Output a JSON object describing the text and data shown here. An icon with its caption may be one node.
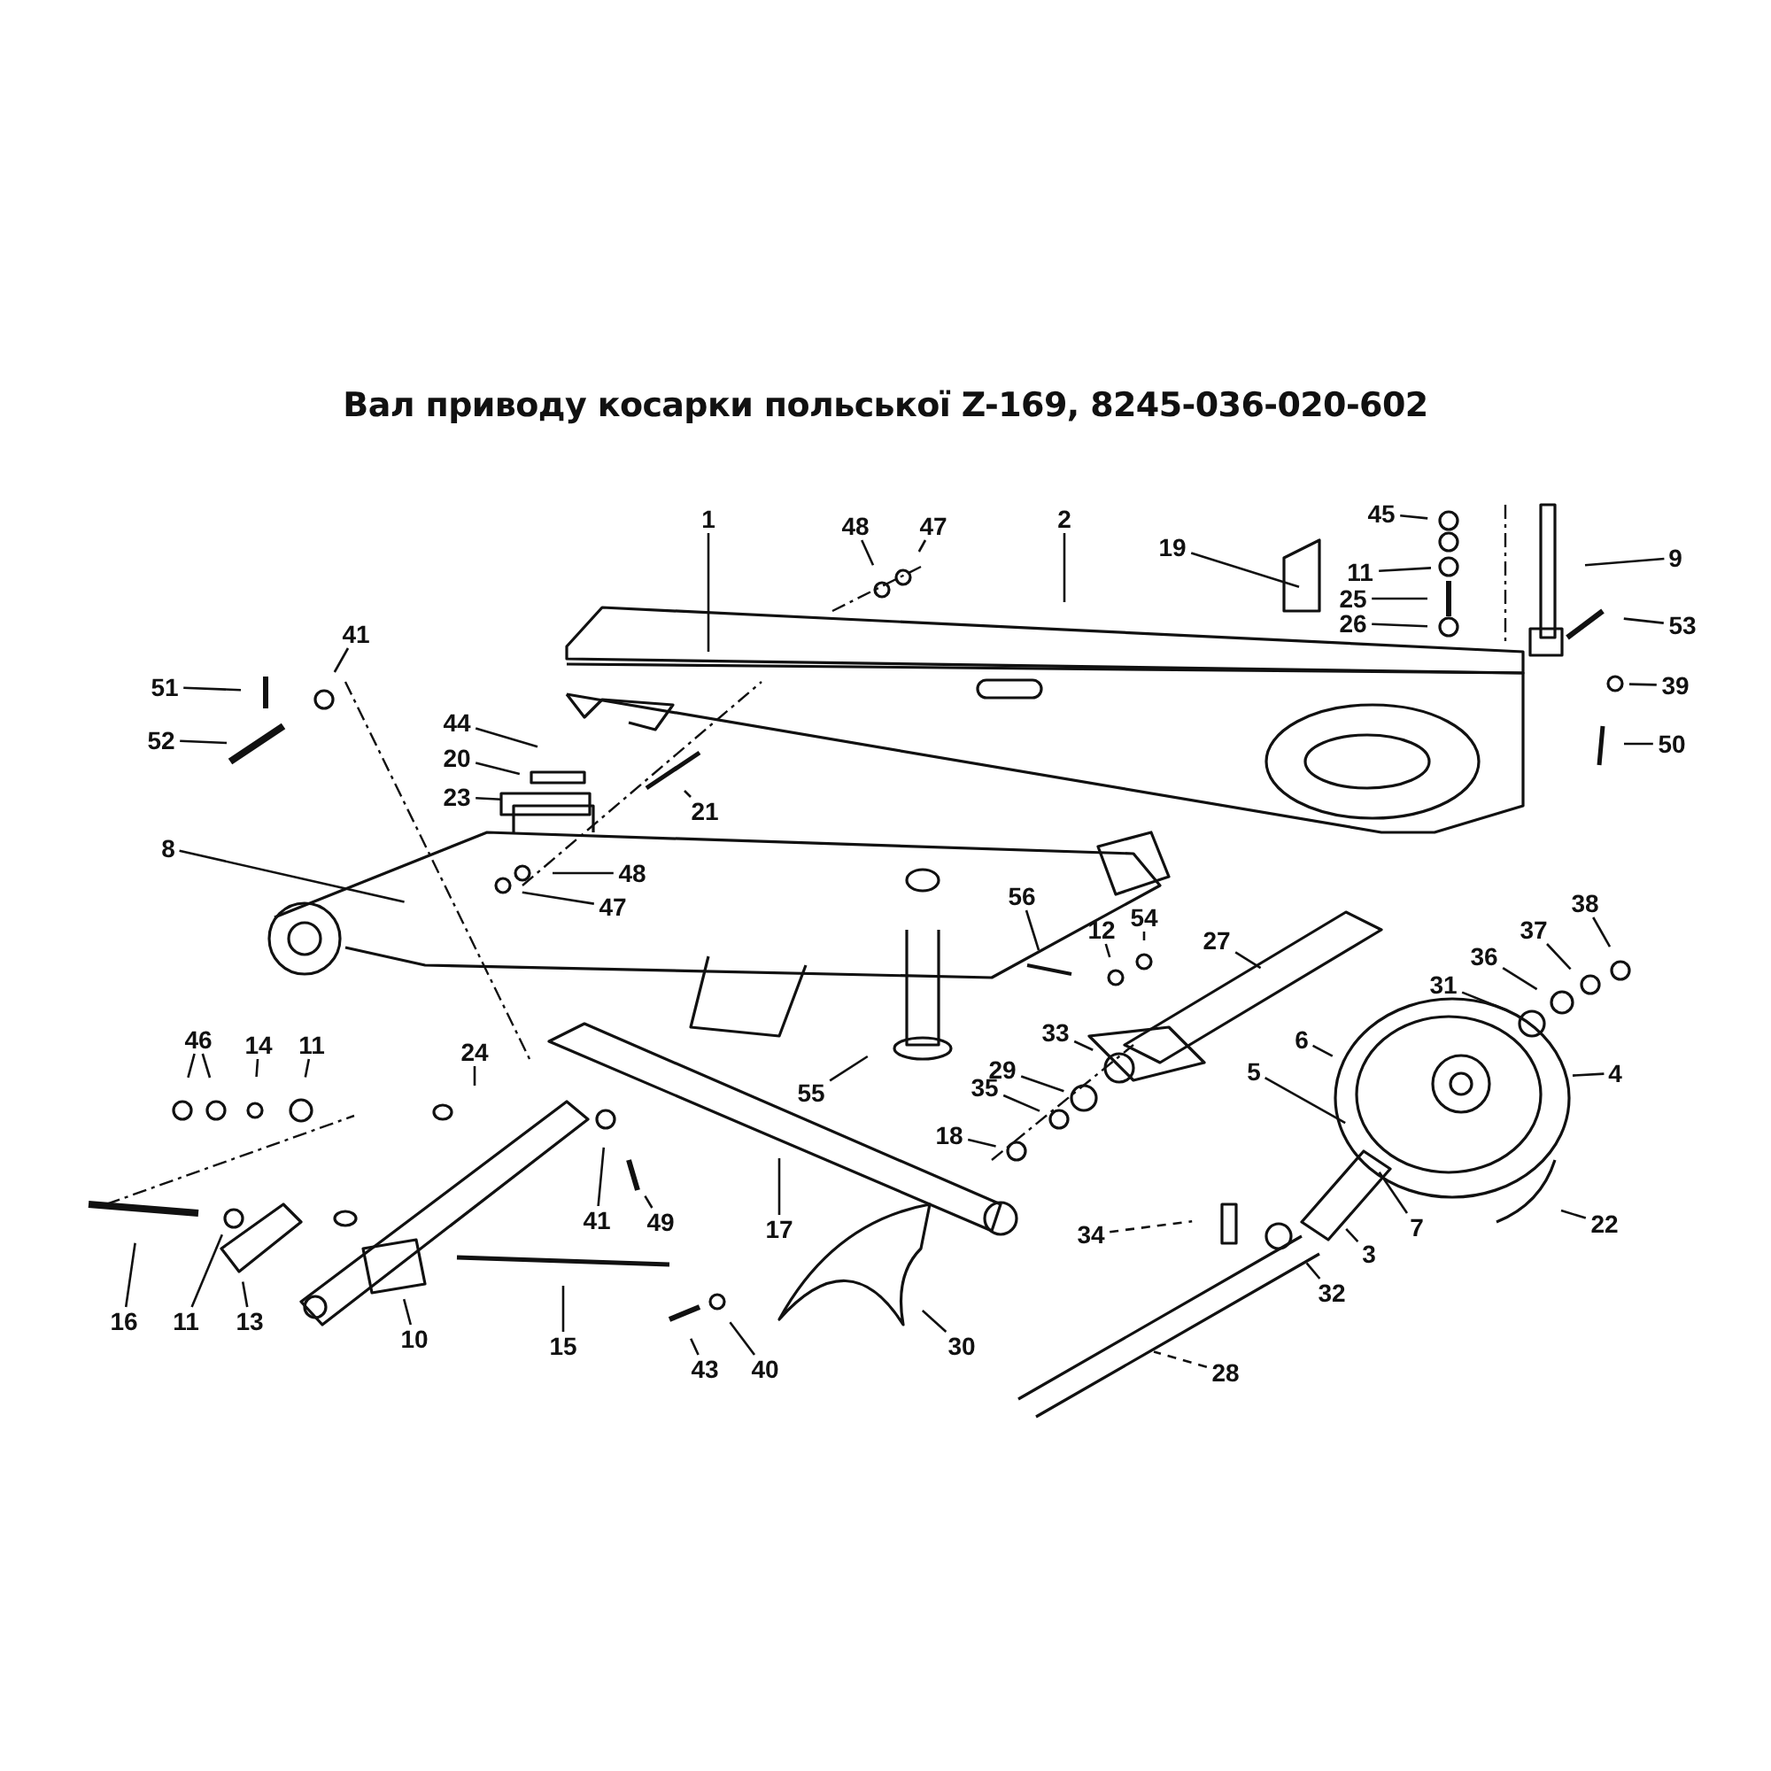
{
  "diagram": {
    "title": "Вал приводу косарки польської Z-169, 8245-036-020-602",
    "nodes": [
      {
        "text": [
          "1"
        ]
      },
      {
        "text": [
          "48"
        ]
      },
      {
        "text": [
          "47"
        ]
      },
      {
        "text": [
          "2"
        ]
      },
      {
        "text": [
          "19"
        ]
      },
      {
        "text": [
          "45"
        ]
      },
      {
        "text": [
          "9"
        ]
      },
      {
        "text": [
          "11"
        ]
      },
      {
        "text": [
          "25"
        ]
      },
      {
        "text": [
          "26"
        ]
      },
      {
        "text": [
          "53"
        ]
      },
      {
        "text": [
          "41"
        ]
      },
      {
        "text": [
          "51"
        ]
      },
      {
        "text": [
          "52"
        ]
      },
      {
        "text": [
          "44"
        ]
      },
      {
        "text": [
          "20"
        ]
      },
      {
        "text": [
          "23"
        ]
      },
      {
        "text": [
          "21"
        ]
      },
      {
        "text": [
          "39"
        ]
      },
      {
        "text": [
          "50"
        ]
      },
      {
        "text": [
          "8"
        ]
      },
      {
        "text": [
          "48"
        ]
      },
      {
        "text": [
          "47"
        ]
      },
      {
        "text": [
          "56"
        ]
      },
      {
        "text": [
          "12"
        ]
      },
      {
        "text": [
          "54"
        ]
      },
      {
        "text": [
          "27"
        ]
      },
      {
        "text": [
          "38"
        ]
      },
      {
        "text": [
          "37"
        ]
      },
      {
        "text": [
          "36"
        ]
      },
      {
        "text": [
          "31"
        ]
      },
      {
        "text": [
          "6"
        ]
      },
      {
        "text": [
          "4"
        ]
      },
      {
        "text": [
          "46"
        ]
      },
      {
        "text": [
          "14"
        ]
      },
      {
        "text": [
          "11"
        ]
      },
      {
        "text": [
          "24"
        ]
      },
      {
        "text": [
          "41"
        ]
      },
      {
        "text": [
          "49"
        ]
      },
      {
        "text": [
          "33"
        ]
      },
      {
        "text": [
          "29"
        ]
      },
      {
        "text": [
          "35"
        ]
      },
      {
        "text": [
          "18"
        ]
      },
      {
        "text": [
          "5"
        ]
      },
      {
        "text": [
          "7"
        ]
      },
      {
        "text": [
          "3"
        ]
      },
      {
        "text": [
          "22"
        ]
      },
      {
        "text": [
          "34"
        ]
      },
      {
        "text": [
          "32"
        ]
      },
      {
        "text": [
          "28"
        ]
      },
      {
        "text": [
          "55"
        ]
      },
      {
        "text": [
          "16"
        ]
      },
      {
        "text": [
          "11"
        ]
      },
      {
        "text": [
          "13"
        ]
      },
      {
        "text": [
          "10"
        ]
      },
      {
        "text": [
          "15"
        ]
      },
      {
        "text": [
          "17"
        ]
      },
      {
        "text": [
          "43"
        ]
      },
      {
        "text": [
          "40"
        ]
      },
      {
        "text": [
          "30"
        ]
      }
    ],
    "edges": [
      {
        "from": 0,
        "to": null,
        "arrow": "none"
      },
      {
        "from": 1,
        "to": null,
        "arrow": "none"
      },
      {
        "from": 2,
        "to": null,
        "arrow": "none"
      },
      {
        "from": 3,
        "to": null,
        "arrow": "none"
      },
      {
        "from": 4,
        "to": null,
        "arrow": "none"
      },
      {
        "from": 5,
        "to": null,
        "arrow": "none"
      },
      {
        "from": 6,
        "to": null,
        "arrow": "none"
      },
      {
        "from": 7,
        "to": null,
        "arrow": "none"
      },
      {
        "from": 8,
        "to": null,
        "arrow": "none"
      },
      {
        "from": 9,
        "to": null,
        "arrow": "none"
      },
      {
        "from": 10,
        "to": null,
        "arrow": "none"
      },
      {
        "from": 11,
        "to": null,
        "arrow": "none"
      },
      {
        "from": 12,
        "to": null,
        "arrow": "none"
      },
      {
        "from": 13,
        "to": null,
        "arrow": "none"
      },
      {
        "from": 14,
        "to": null,
        "arrow": "none"
      },
      {
        "from": 15,
        "to": null,
        "arrow": "none"
      },
      {
        "from": 16,
        "to": null,
        "arrow": "none"
      },
      {
        "from": 17,
        "to": null,
        "arrow": "none"
      },
      {
        "from": 18,
        "to": null,
        "arrow": "none"
      },
      {
        "from": 19,
        "to": null,
        "arrow": "none"
      },
      {
        "from": 20,
        "to": null,
        "arrow": "none"
      },
      {
        "from": 21,
        "to": null,
        "arrow": "none"
      },
      {
        "from": 22,
        "to": null,
        "arrow": "none"
      },
      {
        "from": 23,
        "to": null,
        "arrow": "none"
      },
      {
        "from": 24,
        "to": null,
        "arrow": "none"
      },
      {
        "from": 25,
        "to": null,
        "arrow": "none"
      },
      {
        "from": 26,
        "to": null,
        "arrow": "none"
      },
      {
        "from": 27,
        "to": null,
        "arrow": "none"
      },
      {
        "from": 28,
        "to": null,
        "arrow": "none"
      },
      {
        "from": 29,
        "to": null,
        "arrow": "none"
      },
      {
        "from": 30,
        "to": null,
        "arrow": "none"
      },
      {
        "from": 31,
        "to": null,
        "arrow": "none"
      },
      {
        "from": 32,
        "to": null,
        "arrow": "none"
      },
      {
        "from": 33,
        "to": null,
        "arrow": "none"
      },
      {
        "from": 33,
        "to": null,
        "arrow": "none"
      },
      {
        "from": 34,
        "to": null,
        "arrow": "none"
      },
      {
        "from": 35,
        "to": null,
        "arrow": "none"
      },
      {
        "from": 36,
        "to": null,
        "arrow": "none"
      },
      {
        "from": 37,
        "to": null,
        "arrow": "none"
      },
      {
        "from": 38,
        "to": null,
        "arrow": "none"
      },
      {
        "from": 39,
        "to": null,
        "arrow": "none"
      },
      {
        "from": 40,
        "to": null,
        "arrow": "none"
      },
      {
        "from": 41,
        "to": null,
        "arrow": "none"
      },
      {
        "from": 42,
        "to": null,
        "arrow": "none"
      },
      {
        "from": 43,
        "to": null,
        "arrow": "none"
      },
      {
        "from": 44,
        "to": null,
        "arrow": "none"
      },
      {
        "from": 45,
        "to": null,
        "arrow": "none"
      },
      {
        "from": 46,
        "to": null,
        "arrow": "none"
      },
      {
        "from": 47,
        "to": null,
        "arrow": "none",
        "style": "dashed"
      },
      {
        "from": 48,
        "to": null,
        "arrow": "none"
      },
      {
        "from": 49,
        "to": null,
        "arrow": "none",
        "style": "dashed"
      },
      {
        "from": 50,
        "to": null,
        "arrow": "none"
      },
      {
        "from": 51,
        "to": null,
        "arrow": "none"
      },
      {
        "from": 52,
        "to": null,
        "arrow": "none"
      },
      {
        "from": 53,
        "to": null,
        "arrow": "none"
      },
      {
        "from": 54,
        "to": null,
        "arrow": "none"
      },
      {
        "from": 55,
        "to": null,
        "arrow": "none"
      },
      {
        "from": 56,
        "to": null,
        "arrow": "none"
      },
      {
        "from": 57,
        "to": null,
        "arrow": "none"
      },
      {
        "from": 58,
        "to": null,
        "arrow": "none"
      },
      {
        "from": 59,
        "to": null,
        "arrow": "none"
      }
    ]
  }
}
